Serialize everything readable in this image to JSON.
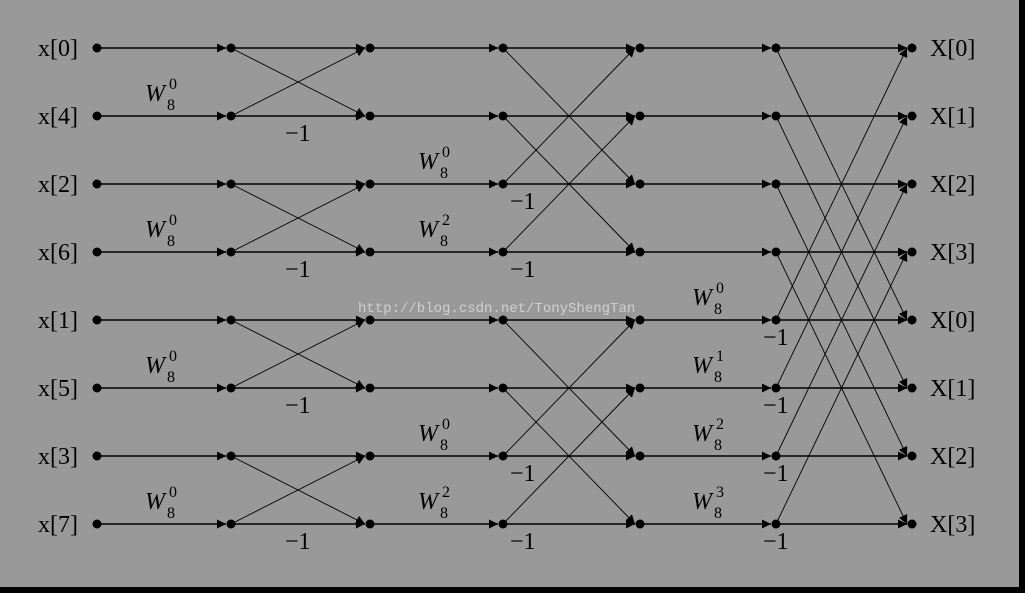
{
  "inputs": [
    "x[0]",
    "x[4]",
    "x[2]",
    "x[6]",
    "x[1]",
    "x[5]",
    "x[3]",
    "x[7]"
  ],
  "outputs": [
    "X[0]",
    "X[1]",
    "X[2]",
    "X[3]",
    "X[0]",
    "X[1]",
    "X[2]",
    "X[3]"
  ],
  "twiddle_base": "W",
  "twiddle_sub": "8",
  "twiddles": [
    {
      "stage": 1,
      "row": 1,
      "exp": "0"
    },
    {
      "stage": 1,
      "row": 3,
      "exp": "0"
    },
    {
      "stage": 1,
      "row": 5,
      "exp": "0"
    },
    {
      "stage": 1,
      "row": 7,
      "exp": "0"
    },
    {
      "stage": 2,
      "row": 2,
      "exp": "0"
    },
    {
      "stage": 2,
      "row": 3,
      "exp": "2"
    },
    {
      "stage": 2,
      "row": 6,
      "exp": "0"
    },
    {
      "stage": 2,
      "row": 7,
      "exp": "2"
    },
    {
      "stage": 3,
      "row": 4,
      "exp": "0"
    },
    {
      "stage": 3,
      "row": 5,
      "exp": "1"
    },
    {
      "stage": 3,
      "row": 6,
      "exp": "2"
    },
    {
      "stage": 3,
      "row": 7,
      "exp": "3"
    }
  ],
  "minus_one": "−1",
  "minus_marks": [
    {
      "stage": 1,
      "row": 1
    },
    {
      "stage": 1,
      "row": 3
    },
    {
      "stage": 1,
      "row": 5
    },
    {
      "stage": 1,
      "row": 7
    },
    {
      "stage": 2,
      "row": 2
    },
    {
      "stage": 2,
      "row": 3
    },
    {
      "stage": 2,
      "row": 6
    },
    {
      "stage": 2,
      "row": 7
    },
    {
      "stage": 3,
      "row": 4
    },
    {
      "stage": 3,
      "row": 5
    },
    {
      "stage": 3,
      "row": 6
    },
    {
      "stage": 3,
      "row": 7
    }
  ],
  "watermark": "http://blog.csdn.net/TonyShengTan",
  "colors": {
    "background": "#999999",
    "border": "#000000",
    "ink": "#000000"
  }
}
